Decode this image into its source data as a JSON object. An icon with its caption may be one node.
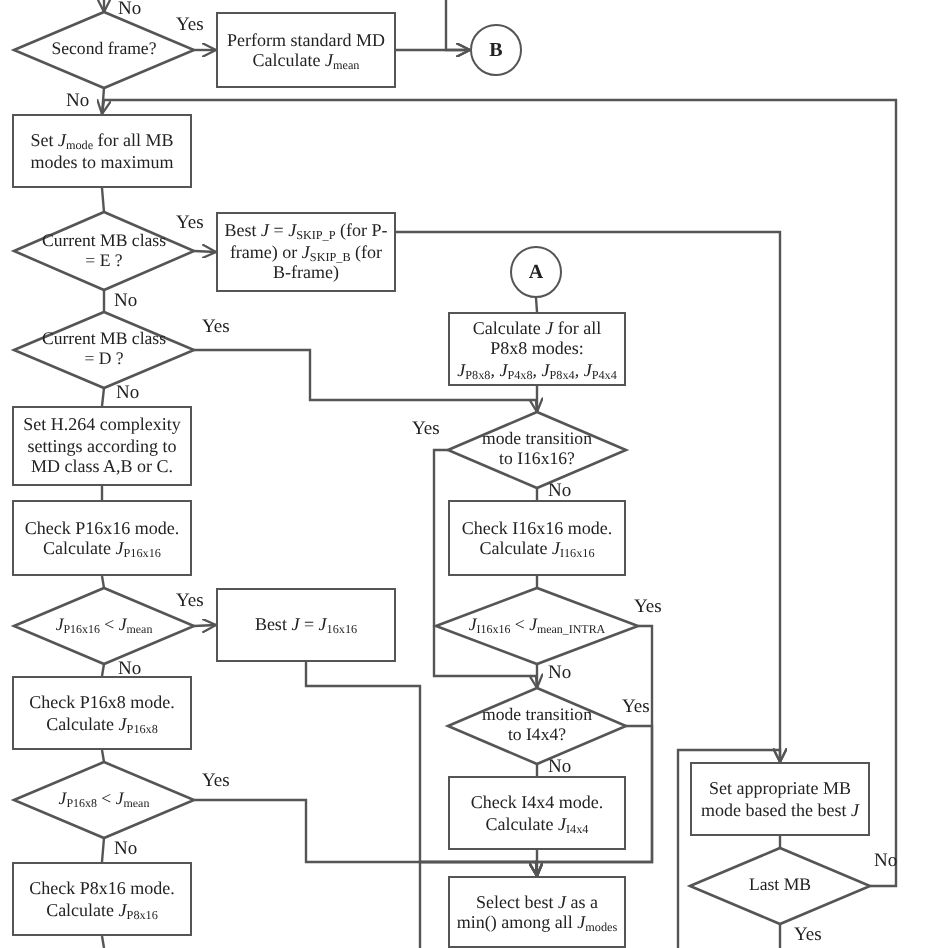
{
  "diagram": {
    "nodes": [
      {
        "text": [
          "Second frame?"
        ]
      },
      {
        "text": [
          "Perform standard MD Calculate *J*$_{mean}$"
        ]
      },
      {
        "text": [
          "B"
        ]
      },
      {
        "text": [
          "Set *J*$_{mode}$ for all MB modes to maximum"
        ]
      },
      {
        "text": [
          "Current MB class = E ?"
        ]
      },
      {
        "text": [
          "Best *J* = *J*$_{SKIP_P}$ (for P-frame) or *J*$_{SKIP_B}$ (for B-frame)"
        ]
      },
      {
        "text": [
          "Current MB class = D ?"
        ]
      },
      {
        "text": [
          "Set H.264 complexity settings according to MD class A,B or C."
        ]
      },
      {
        "text": [
          "Check P16x16 mode. Calculate *J*$_{P16x16}$"
        ]
      },
      {
        "text": [
          "*J*$_{P16x16}$ < *J*$_{mean}$"
        ]
      },
      {
        "text": [
          "Best *J* = *J*$_{16x16}$"
        ]
      },
      {
        "text": [
          "Check P16x8 mode. Calculate *J*$_{P16x8}$"
        ]
      },
      {
        "text": [
          "*J*$_{P16x8}$ < *J*$_{mean}$"
        ]
      },
      {
        "text": [
          "Check P8x16 mode. Calculate *J*$_{P8x16}$"
        ]
      },
      {
        "text": [
          "A"
        ]
      },
      {
        "text": [
          "Calculate *J* for all P8x8 modes:",
          "*J*$_{P8x8}$, *J*$_{P4x8}$, *J*$_{P8x4}$, *J*$_{P4x4}$"
        ]
      },
      {
        "text": [
          "mode transition to I16x16?"
        ]
      },
      {
        "text": [
          "Check I16x16 mode. Calculate *J*$_{I16x16}$"
        ]
      },
      {
        "text": [
          "*J*$_{I16x16}$ < *J*$_{mean_INTRA}$"
        ]
      },
      {
        "text": [
          "mode transition to I4x4?"
        ]
      },
      {
        "text": [
          "Check I4x4 mode. Calculate *J*$_{I4x4}$"
        ]
      },
      {
        "text": [
          "Select best *J* as a min() among all *J*$_{modes}$"
        ]
      },
      {
        "text": [
          "Set appropriate MB mode based the best *J*"
        ]
      },
      {
        "text": [
          "Last MB"
        ]
      }
    ],
    "edges": [
      {
        "from": null,
        "to": 0,
        "label": "No",
        "arrow": "to"
      },
      {
        "from": 0,
        "to": 1,
        "label": "Yes",
        "arrow": "to"
      },
      {
        "from": 1,
        "to": 2,
        "arrow": "to"
      },
      {
        "from": null,
        "to": 2,
        "arrow": "to"
      },
      {
        "from": 0,
        "to": 3,
        "label": "No",
        "arrow": "none"
      },
      {
        "from": 23,
        "to": 3,
        "label": "No",
        "arrow": "to"
      },
      {
        "from": 3,
        "to": 4,
        "arrow": "none"
      },
      {
        "from": 4,
        "to": 5,
        "label": "Yes",
        "arrow": "to"
      },
      {
        "from": 4,
        "to": 6,
        "label": "No",
        "arrow": "none"
      },
      {
        "from": 5,
        "to": 22,
        "arrow": "to"
      },
      {
        "from": 6,
        "to": 7,
        "label": "No",
        "arrow": "none"
      },
      {
        "from": 6,
        "to": 16,
        "label": "Yes",
        "arrow": "to"
      },
      {
        "from": 7,
        "to": 8,
        "arrow": "none"
      },
      {
        "from": 8,
        "to": 9,
        "arrow": "none"
      },
      {
        "from": 9,
        "to": 10,
        "label": "Yes",
        "arrow": "to"
      },
      {
        "from": 9,
        "to": 11,
        "label": "No",
        "arrow": "none"
      },
      {
        "from": 10,
        "to": 21,
        "arrow": "to"
      },
      {
        "from": 11,
        "to": 12,
        "arrow": "none"
      },
      {
        "from": 12,
        "to": 21,
        "label": "Yes",
        "arrow": "to"
      },
      {
        "from": 12,
        "to": 13,
        "label": "No",
        "arrow": "none"
      },
      {
        "from": 13,
        "to": null,
        "arrow": "none"
      },
      {
        "from": null,
        "to": 21,
        "arrow": "to"
      },
      {
        "from": 14,
        "to": 15,
        "arrow": "none"
      },
      {
        "from": 15,
        "to": 16,
        "arrow": "none"
      },
      {
        "from": 16,
        "to": 17,
        "label": "No",
        "arrow": "none"
      },
      {
        "from": 16,
        "to": 19,
        "label": "Yes",
        "arrow": "to"
      },
      {
        "from": 17,
        "to": 18,
        "arrow": "none"
      },
      {
        "from": 18,
        "to": 19,
        "label": "No",
        "arrow": "none"
      },
      {
        "from": 18,
        "to": 21,
        "label": "Yes",
        "arrow": "to"
      },
      {
        "from": 19,
        "to": 21,
        "label": "Yes",
        "arrow": "to"
      },
      {
        "from": 19,
        "to": 20,
        "label": "No",
        "arrow": "none"
      },
      {
        "from": 20,
        "to": 21,
        "arrow": "none"
      },
      {
        "from": null,
        "to": 22,
        "arrow": "to"
      },
      {
        "from": 22,
        "to": 23,
        "arrow": "none"
      },
      {
        "from": 23,
        "to": null,
        "label": "Yes",
        "arrow": "none"
      }
    ]
  }
}
